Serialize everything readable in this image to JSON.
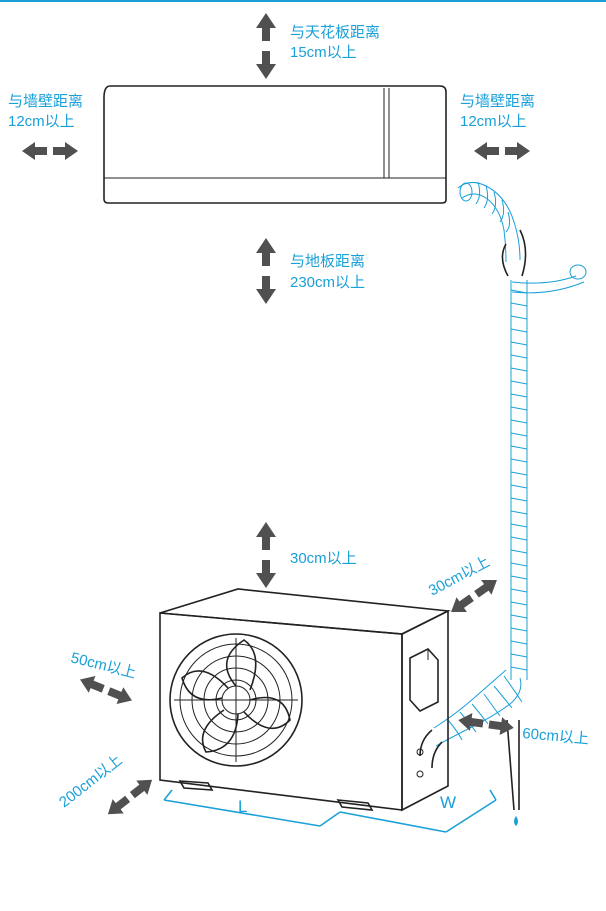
{
  "colors": {
    "accent": "#1aa0d8",
    "arrow": "#505050",
    "line": "#222222"
  },
  "labels": {
    "ceiling_title": "与天花板距离",
    "ceiling_value": "15cm以上",
    "wall_left_title": "与墙壁距离",
    "wall_left_value": "12cm以上",
    "wall_right_title": "与墙壁距离",
    "wall_right_value": "12cm以上",
    "floor_title": "与地板距离",
    "floor_value": "230cm以上",
    "outdoor_top": "30cm以上",
    "outdoor_back": "30cm以上",
    "outdoor_left": "50cm以上",
    "outdoor_front": "200cm以上",
    "outdoor_right": "60cm以上",
    "dim_length": "L",
    "dim_width": "W"
  },
  "icons": [
    "double-arrow-icon",
    "indoor-unit-icon",
    "outdoor-unit-icon",
    "fan-icon",
    "pipe-icon",
    "water-drop-icon"
  ]
}
